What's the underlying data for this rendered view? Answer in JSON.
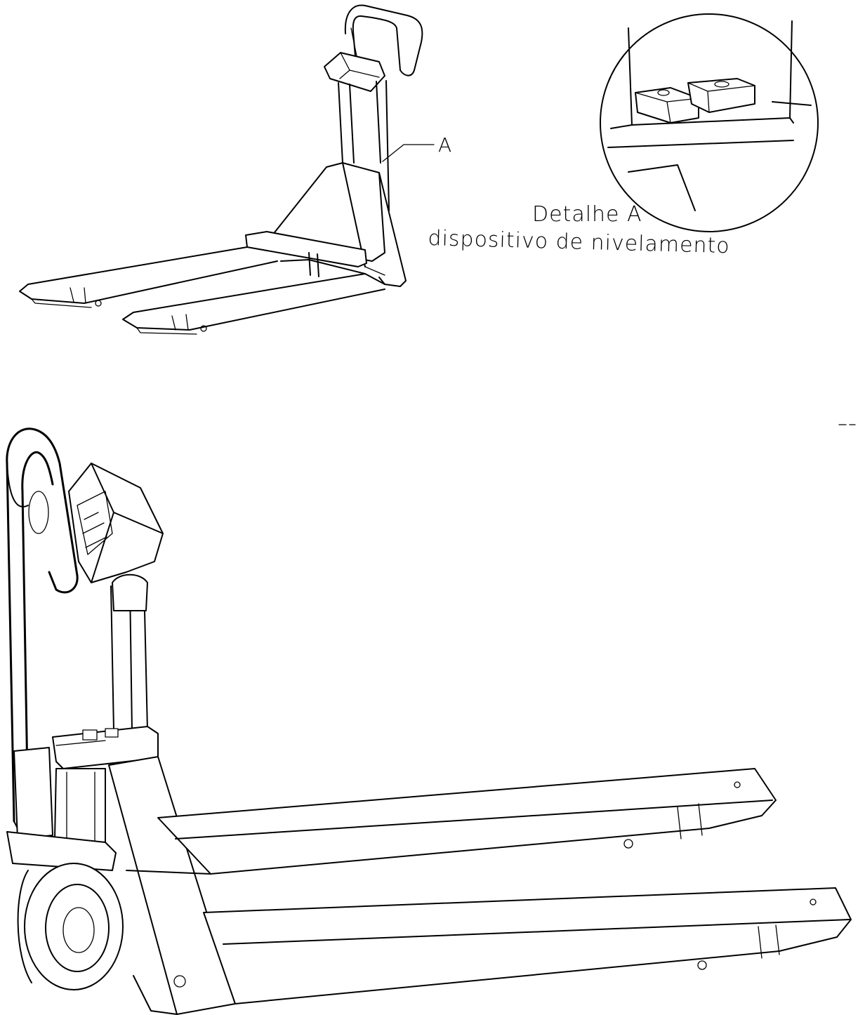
{
  "callout": {
    "label": "A"
  },
  "detail": {
    "title": "Detalhe A",
    "caption": "dispositivo de nivelamento"
  },
  "figures": {
    "small_view_icon": "pallet-truck-scale-small",
    "large_view_icon": "pallet-truck-scale-large",
    "detail_icon": "leveling-device-detail"
  },
  "colors": {
    "line": "#000000",
    "background": "#ffffff"
  }
}
